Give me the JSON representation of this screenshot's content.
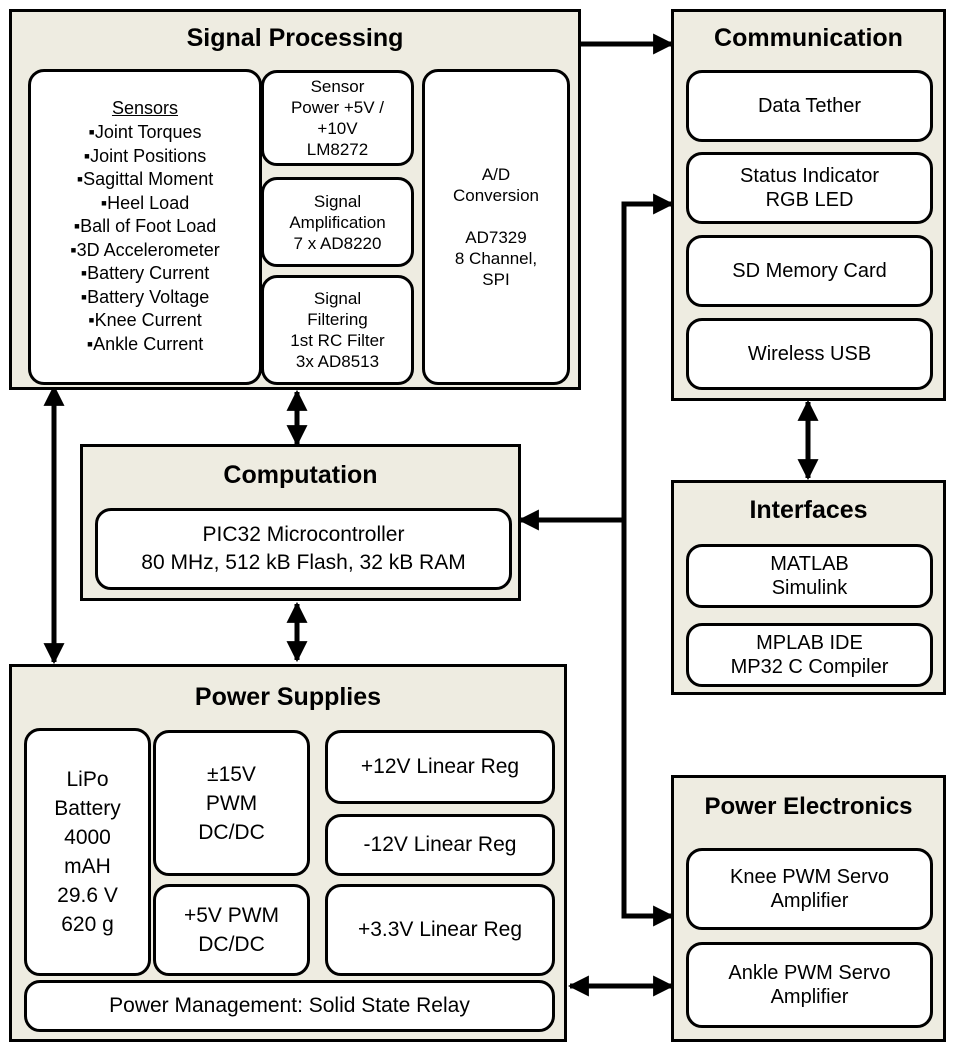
{
  "signal_processing": {
    "title": "Signal Processing",
    "sensors_title": "Sensors",
    "sensors": [
      "▪Joint Torques",
      "▪Joint Positions",
      "▪Sagittal Moment",
      "▪Heel Load",
      "▪Ball of Foot Load",
      "▪3D Accelerometer",
      "▪Battery Current",
      "▪Battery Voltage",
      "▪Knee Current",
      "▪Ankle Current"
    ],
    "sensor_power": [
      "Sensor",
      "Power +5V /",
      "+10V",
      "LM8272"
    ],
    "signal_amplification": [
      "Signal",
      "Amplification",
      "7 x AD8220"
    ],
    "signal_filtering": [
      "Signal",
      "Filtering",
      "1st RC Filter",
      "3x AD8513"
    ],
    "ad_conversion": [
      "A/D",
      "Conversion",
      "",
      "AD7329",
      "8 Channel,",
      "SPI"
    ]
  },
  "communication": {
    "title": "Communication",
    "data_tether": "Data Tether",
    "status_indicator": [
      "Status Indicator",
      "RGB LED"
    ],
    "sd_card": "SD Memory Card",
    "wireless_usb": "Wireless USB"
  },
  "computation": {
    "title": "Computation",
    "mcu": [
      "PIC32 Microcontroller",
      "80 MHz, 512 kB Flash, 32 kB RAM"
    ]
  },
  "interfaces": {
    "title": "Interfaces",
    "matlab": [
      "MATLAB",
      "Simulink"
    ],
    "mplab": [
      "MPLAB IDE",
      "MP32 C Compiler"
    ]
  },
  "power_supplies": {
    "title": "Power Supplies",
    "battery": [
      "LiPo",
      "Battery",
      "4000",
      "mAH",
      "29.6 V",
      "620 g"
    ],
    "dcdc_15": [
      "±15V",
      "PWM",
      "DC/DC"
    ],
    "dcdc_5": [
      "+5V PWM",
      "DC/DC"
    ],
    "reg_p12": "+12V Linear Reg",
    "reg_m12": "-12V Linear Reg",
    "reg_p33": "+3.3V Linear Reg",
    "power_mgmt": "Power Management: Solid State Relay"
  },
  "power_electronics": {
    "title": "Power Electronics",
    "knee": [
      "Knee PWM Servo",
      "Amplifier"
    ],
    "ankle": [
      "Ankle PWM Servo",
      "Amplifier"
    ]
  }
}
